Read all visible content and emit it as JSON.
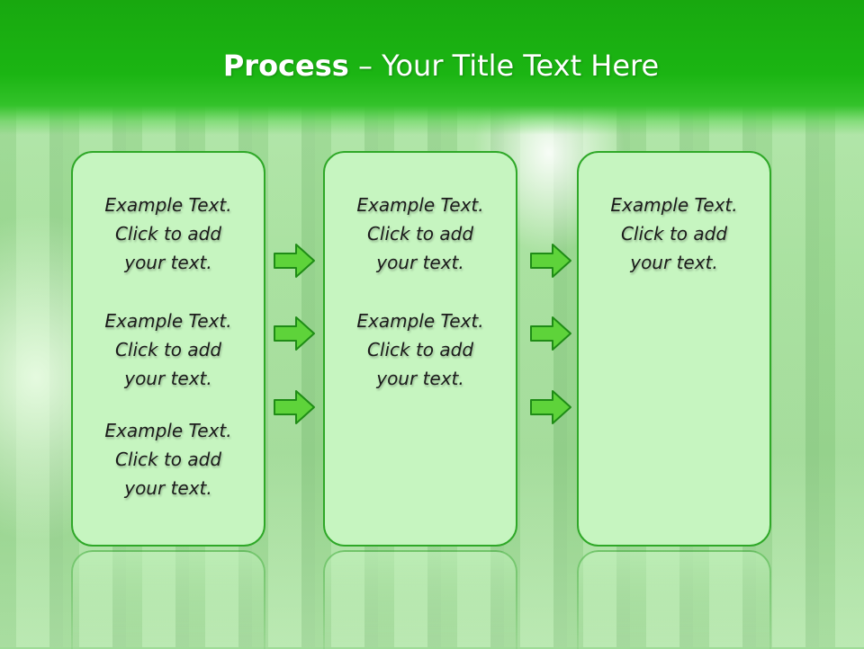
{
  "header": {
    "title_bold": "Process",
    "title_rest": " – Your Title Text Here"
  },
  "colors": {
    "header_green": "#18a80f",
    "panel_fill": "#c6f5c0",
    "panel_border": "#2fa828",
    "arrow_fill": "#5ed33a",
    "arrow_stroke": "#1f8c16"
  },
  "icons": {
    "arrow": "right-arrow-icon"
  },
  "columns": [
    {
      "blocks": [
        {
          "line1": "Example Text.",
          "line2": "Click  to add",
          "line3": "your text."
        },
        {
          "line1": "Example Text.",
          "line2": "Click  to add",
          "line3": "your text."
        },
        {
          "line1": "Example Text.",
          "line2": "Click  to add",
          "line3": "your text."
        }
      ]
    },
    {
      "blocks": [
        {
          "line1": "Example Text.",
          "line2": "Click  to add",
          "line3": "your text."
        },
        {
          "line1": "Example Text.",
          "line2": "Click  to add",
          "line3": "your text."
        }
      ]
    },
    {
      "blocks": [
        {
          "line1": "Example Text.",
          "line2": "Click  to add",
          "line3": "your text."
        }
      ]
    }
  ]
}
